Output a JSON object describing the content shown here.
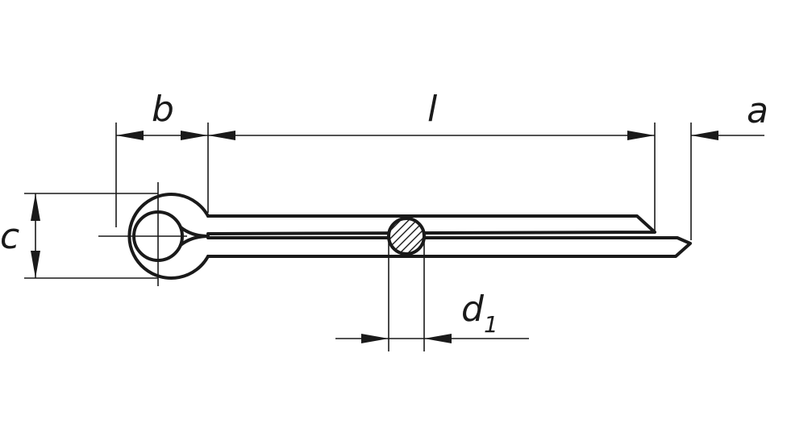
{
  "diagram": {
    "labels": {
      "b": "b",
      "l": "l",
      "a": "a",
      "c": "c",
      "d": "d",
      "d_sub": "1"
    },
    "colors": {
      "line": "#1a1a1a",
      "background": "#ffffff"
    }
  }
}
